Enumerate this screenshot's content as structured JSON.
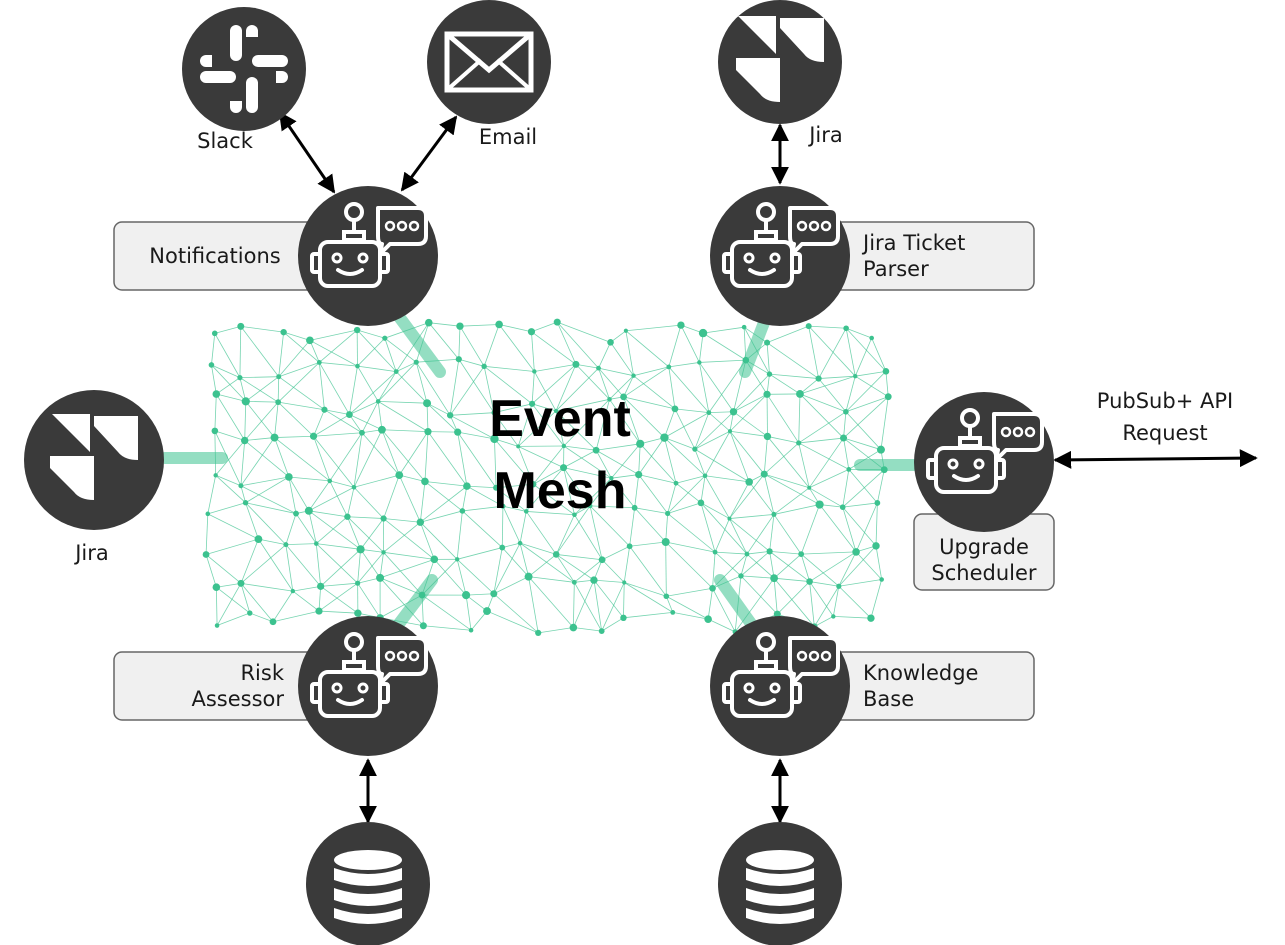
{
  "mesh": {
    "line1": "Event",
    "line2": "Mesh"
  },
  "agents": {
    "notifications": {
      "line1": "Notifications"
    },
    "jira_parser": {
      "line1": "Jira Ticket",
      "line2": "Parser"
    },
    "upgrade_scheduler": {
      "line1": "Upgrade",
      "line2": "Scheduler"
    },
    "risk_assessor": {
      "line1": "Risk",
      "line2": "Assessor"
    },
    "knowledge_base": {
      "line1": "Knowledge",
      "line2": "Base"
    }
  },
  "services": {
    "slack": "Slack",
    "email": "Email",
    "jira_top": "Jira",
    "jira_left": "Jira"
  },
  "api": {
    "line1": "PubSub+ API",
    "line2": "Request"
  },
  "colors": {
    "node": "#3a3a3a",
    "mesh": "#3cc28f",
    "label_box": "#f0f0f0",
    "label_border": "#666666"
  },
  "icons": [
    "robot-icon",
    "slack-icon",
    "email-icon",
    "jira-icon",
    "database-icon"
  ]
}
